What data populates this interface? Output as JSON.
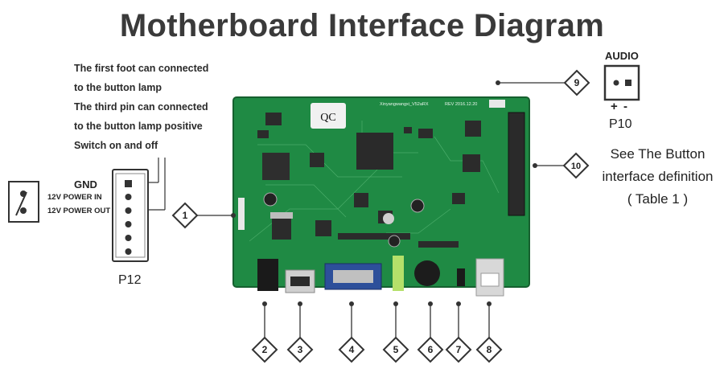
{
  "title": "Motherboard Interface Diagram",
  "notes": [
    "The first foot can connected",
    "to the button lamp",
    "The third pin can connected",
    "to the button lamp positive",
    "Switch on and off"
  ],
  "switch_labels": {
    "gnd": "GND",
    "power_in": "12V POWER IN",
    "power_out": "12V POWER OUT"
  },
  "p12": {
    "label": "P12",
    "pins": [
      "1",
      "2",
      "3",
      "4",
      "5",
      "6"
    ]
  },
  "audio": {
    "title": "AUDIO",
    "plus": "+",
    "minus": "-",
    "label": "P10"
  },
  "button_note": [
    "See The Button",
    "interface definition",
    "( Table 1 )"
  ],
  "callouts": [
    "1",
    "2",
    "3",
    "4",
    "5",
    "6",
    "7",
    "8",
    "9",
    "10"
  ],
  "board_text": {
    "qc": "QC",
    "rev": "REV 2016.12.20",
    "model": "Xinyangwangxi_V52aRX"
  }
}
